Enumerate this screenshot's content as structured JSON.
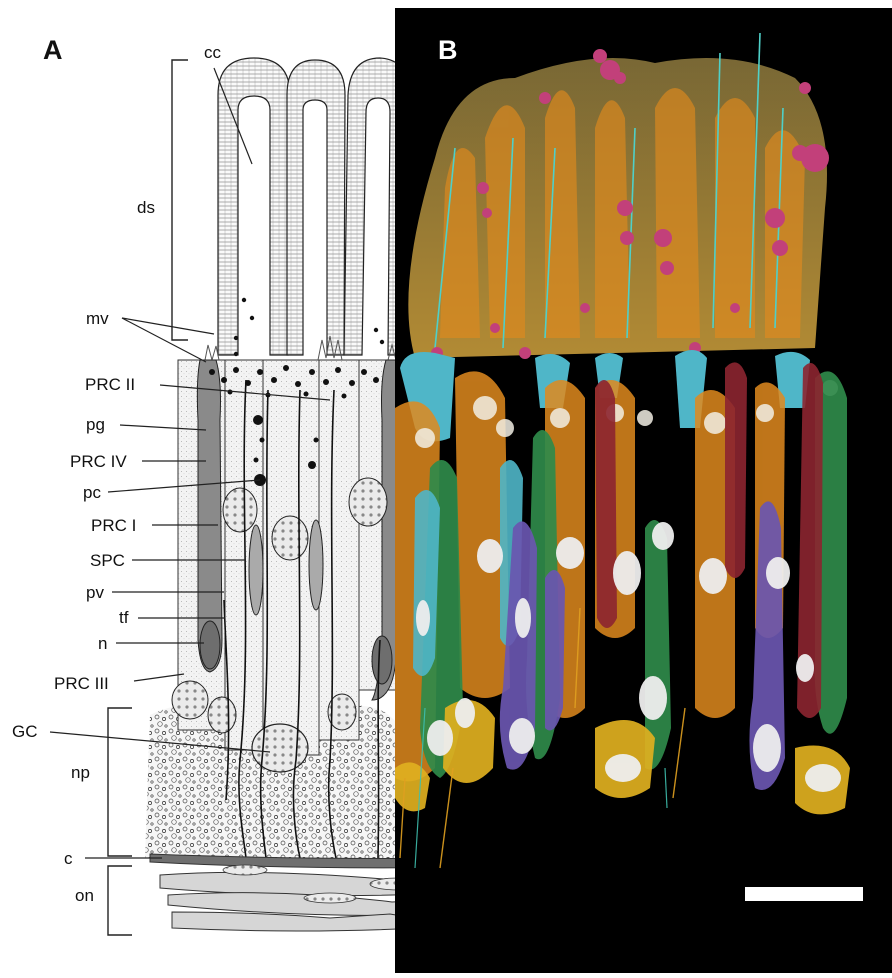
{
  "panel_a": {
    "letter": "A",
    "labels": {
      "cc": "cc",
      "ds": "ds",
      "mv": "mv",
      "prc2": "PRC II",
      "pg": "pg",
      "prc4": "PRC IV",
      "pc": "pc",
      "prc1": "PRC I",
      "spc": "SPC",
      "pv": "pv",
      "tf": "tf",
      "n": "n",
      "prc3": "PRC III",
      "gc": "GC",
      "np": "np",
      "c": "c",
      "on": "on"
    },
    "colors": {
      "line": "#222222",
      "cell_fill": "#f2f2f2",
      "pigment_cell": "#8a8a8a",
      "nucleus": "#dcdcdc",
      "cuticle": "#6f6f6f"
    }
  },
  "panel_b": {
    "letter": "B",
    "colors": {
      "background": "#000000",
      "letter": "#ffffff",
      "outer_tissue": "#c9a24a",
      "orange_cell": "#e08a1e",
      "cyan_cell": "#4fb6c8",
      "green_cell": "#2f8a4a",
      "purple_cell": "#6a56b0",
      "red_cell": "#8c2530",
      "magenta_granules": "#c2407a",
      "yellow_cell": "#e0b020",
      "nucleus": "#eeeeee",
      "scale_bar": "#ffffff"
    }
  }
}
